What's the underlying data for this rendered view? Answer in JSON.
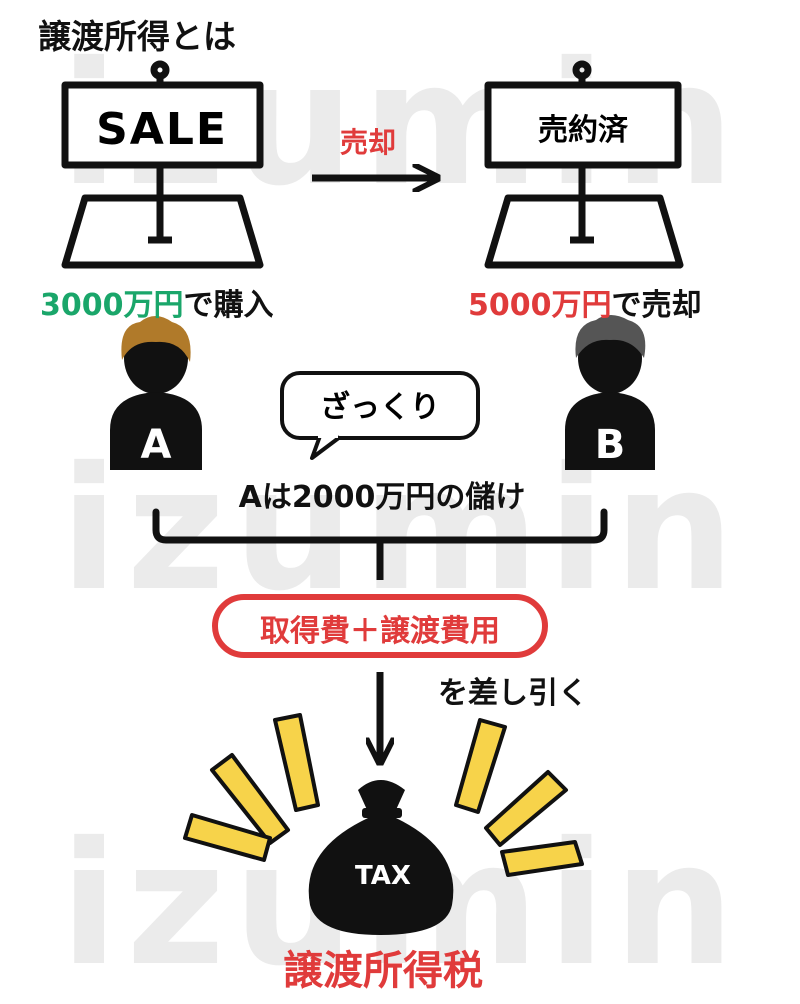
{
  "watermark": "izumin",
  "title": "譲渡所得とは",
  "sale_sign": "SALE",
  "sold_sign": "売約済",
  "arrow_label": "売却",
  "buy": {
    "amount": "3000万円",
    "suffix": "で購入"
  },
  "sell": {
    "amount": "5000万円",
    "suffix": "で売却"
  },
  "person_a": "A",
  "person_b": "B",
  "speech_bubble": "ざっくり",
  "profit_text": "Aは2000万円の儲け",
  "deduction_box": "取得費＋譲渡費用",
  "subtract_text": "を差し引く",
  "bag_label": "TAX",
  "result": "譲渡所得税",
  "colors": {
    "green": "#1aa66a",
    "red": "#e03b3b",
    "yellow": "#f7d34a",
    "black": "#111111"
  }
}
